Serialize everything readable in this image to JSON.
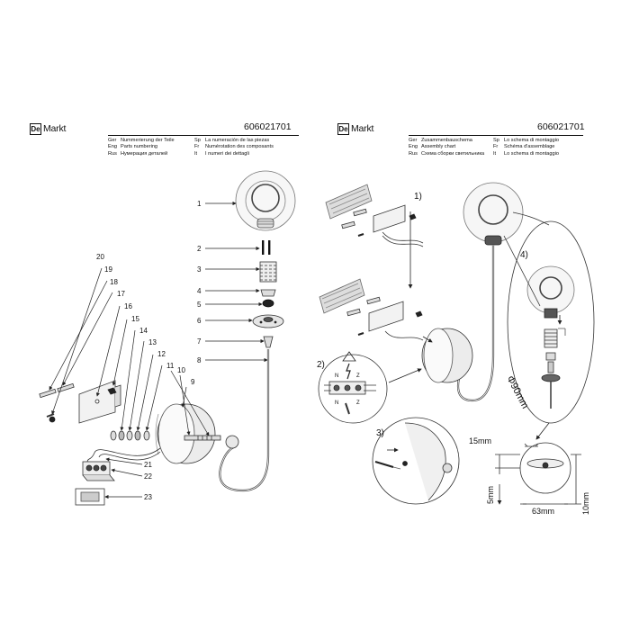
{
  "left": {
    "brand": {
      "box": "De",
      "text": "Markt"
    },
    "article": "606021701",
    "legend_a": [
      {
        "code": "Ger",
        "text": "Nummerierung der Teile"
      },
      {
        "code": "Eng",
        "text": "Parts numbering"
      },
      {
        "code": "Rus",
        "text": "Нумерация деталей"
      }
    ],
    "legend_b": [
      {
        "code": "Sp",
        "text": "La numeración de las piezas"
      },
      {
        "code": "Fr",
        "text": "Numérotation des composants"
      },
      {
        "code": "It",
        "text": "I numeri dei dettagli"
      }
    ],
    "part_numbers": [
      "1",
      "2",
      "3",
      "4",
      "5",
      "6",
      "7",
      "8",
      "9",
      "10",
      "11",
      "12",
      "13",
      "14",
      "15",
      "16",
      "17",
      "18",
      "19",
      "20",
      "21",
      "22",
      "23"
    ]
  },
  "right": {
    "brand": {
      "box": "De",
      "text": "Markt"
    },
    "article": "606021701",
    "legend_a": [
      {
        "code": "Ger",
        "text": "Zusammenbauschema"
      },
      {
        "code": "Eng",
        "text": "Assembly chart"
      },
      {
        "code": "Rus",
        "text": "Схема сборки светильника"
      }
    ],
    "legend_b": [
      {
        "code": "Sp",
        "text": "Lo schema di montaggio"
      },
      {
        "code": "Fr",
        "text": "Schéma d'assemblage"
      },
      {
        "code": "It",
        "text": "Lo schema di montaggio"
      }
    ],
    "steps": [
      "1)",
      "2)",
      "3)",
      "4)"
    ],
    "dimensions": {
      "diameter": "Φ90mm",
      "d15": "15mm",
      "d5": "5mm",
      "d63": "63mm",
      "d10": "10mm"
    },
    "wiring_labels": {
      "n": "N",
      "z": "Z"
    }
  }
}
